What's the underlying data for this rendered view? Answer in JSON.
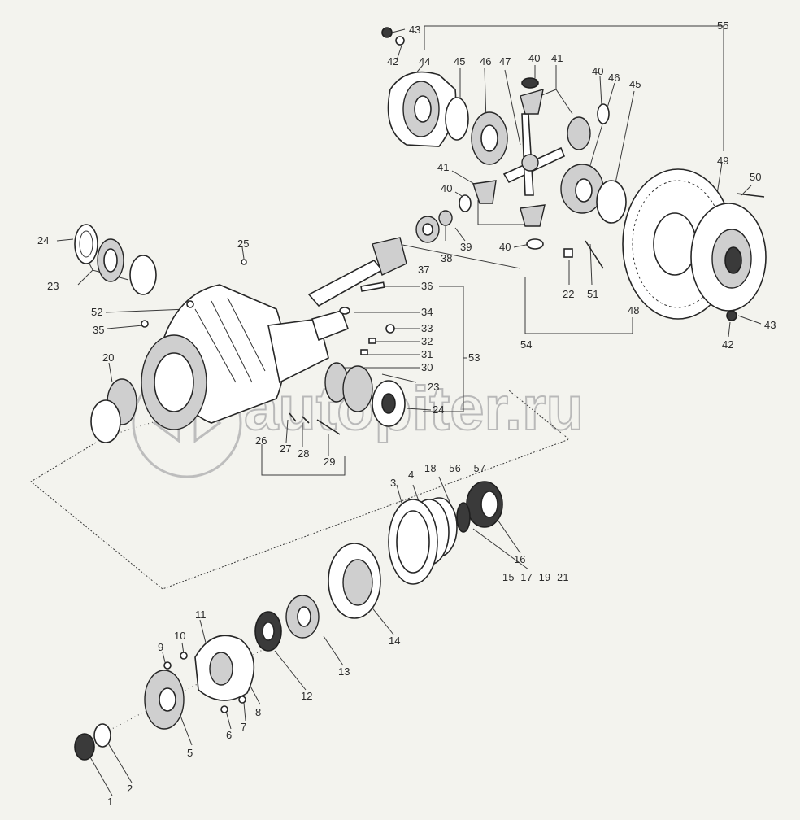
{
  "watermark": {
    "text": "autopiter.ru"
  },
  "callouts": {
    "n1": "1",
    "n2": "2",
    "n3": "3",
    "n4": "4",
    "n5": "5",
    "n6": "6",
    "n7": "7",
    "n8": "8",
    "n9": "9",
    "n10": "10",
    "n11": "11",
    "n12": "12",
    "n13": "13",
    "n14": "14",
    "n16": "16",
    "n15_17_19_21": "15–17–19–21",
    "n18_56_57": "18 – 56 – 57",
    "n20": "20",
    "n22": "22",
    "n23a": "23",
    "n23b": "23",
    "n24a": "24",
    "n24b": "24",
    "n25": "25",
    "n26": "26",
    "n27": "27",
    "n28": "28",
    "n29": "29",
    "n30": "30",
    "n31": "31",
    "n32": "32",
    "n33": "33",
    "n34": "34",
    "n35": "35",
    "n36": "36",
    "n37": "37",
    "n38": "38",
    "n39": "39",
    "n40a": "40",
    "n40b": "40",
    "n40c": "40",
    "n40d": "40",
    "n41a": "41",
    "n41b": "41",
    "n42a": "42",
    "n42b": "42",
    "n43a": "43",
    "n43b": "43",
    "n44": "44",
    "n45a": "45",
    "n45b": "45",
    "n46a": "46",
    "n46b": "46",
    "n47": "47",
    "n48": "48",
    "n49": "49",
    "n50": "50",
    "n51": "51",
    "n52": "52",
    "n53": "53",
    "n54": "54",
    "n55": "55"
  }
}
